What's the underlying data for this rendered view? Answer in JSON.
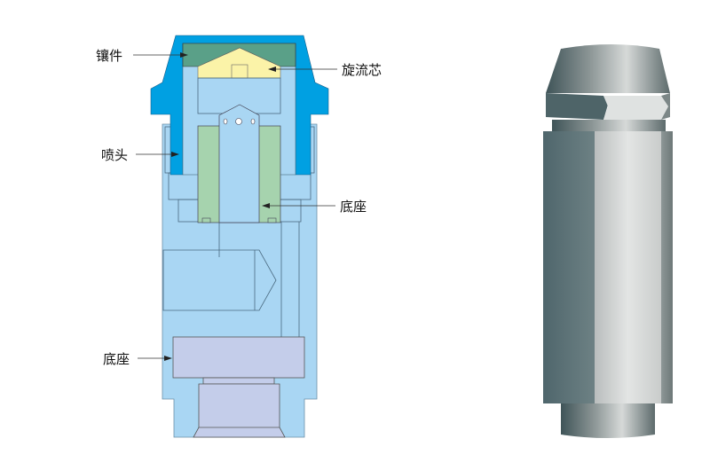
{
  "labels": {
    "insert": "镶件",
    "swirl_core": "旋流芯",
    "nozzle_head": "喷头",
    "base_right": "底座",
    "base_left": "底座"
  },
  "colors": {
    "body": "#a9d6f3",
    "cap": "#00a0e2",
    "insert": "#5aa088",
    "swirl_core": "#fbf3a8",
    "sleeve": "#a6d3ae",
    "block": "#c4cdea"
  }
}
